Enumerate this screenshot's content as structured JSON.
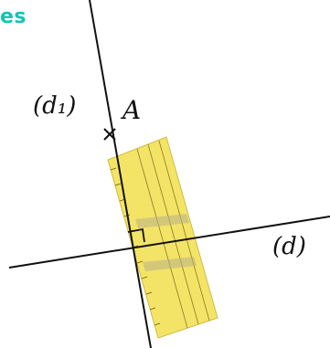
{
  "header": {
    "text": "es"
  },
  "diagram": {
    "line_d1_label": "(d₁)",
    "line_d_label": "(d)",
    "point_label": "A",
    "ruler_color": "#f0e05a",
    "line_color": "#111111",
    "accent_color": "#17c3b2"
  }
}
